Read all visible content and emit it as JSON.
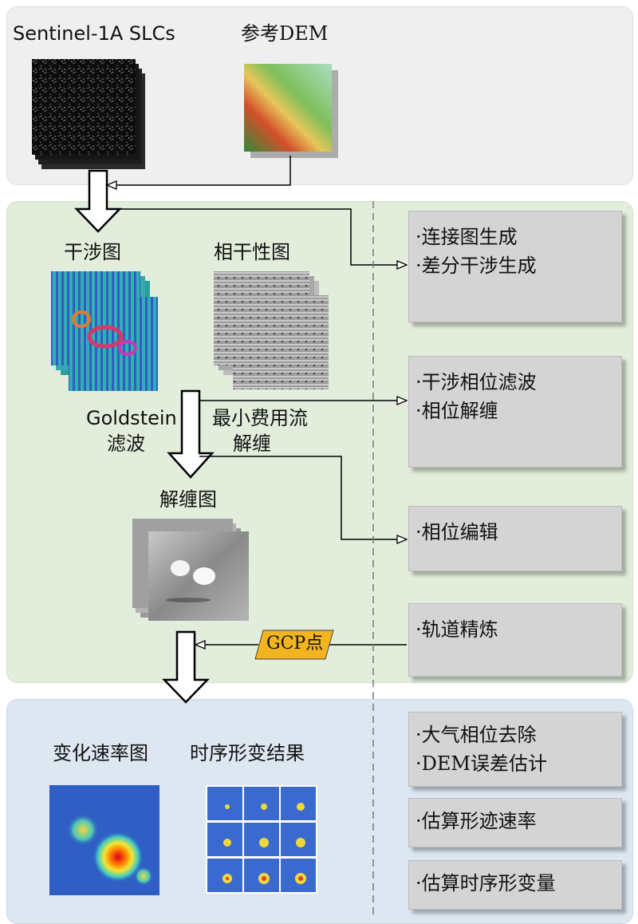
{
  "inputs": {
    "slc_label": "Sentinel-1A SLCs",
    "dem_label": "参考DEM"
  },
  "products": {
    "interferogram": "干涉图",
    "coherence": "相干性图",
    "unwrapped": "解缠图",
    "velocity_map": "变化速率图",
    "timeseries": "时序形变结果"
  },
  "processes": {
    "goldstein_line1": "Goldstein",
    "goldstein_line2": "滤波",
    "mcf_line1": "最小费用流",
    "mcf_line2": "解缠",
    "gcp": "GCP点"
  },
  "steps": [
    {
      "lines": [
        "·连接图生成",
        "·差分干涉生成"
      ]
    },
    {
      "lines": [
        "·干涉相位滤波",
        "·相位解缠"
      ]
    },
    {
      "lines": [
        "·相位编辑"
      ]
    },
    {
      "lines": [
        "·轨道精炼"
      ]
    },
    {
      "lines": [
        "·大气相位去除",
        "·DEM误差估计"
      ]
    },
    {
      "lines": [
        "·估算形迹速率"
      ]
    },
    {
      "lines": [
        "·估算时序形变量"
      ]
    }
  ],
  "colors": {
    "input_panel": "#efefef",
    "processing_panel": "#e3eddb",
    "results_panel": "#dde7f2",
    "step_box": "#d4d4d4",
    "gcp_tag": "#f2b51f"
  }
}
